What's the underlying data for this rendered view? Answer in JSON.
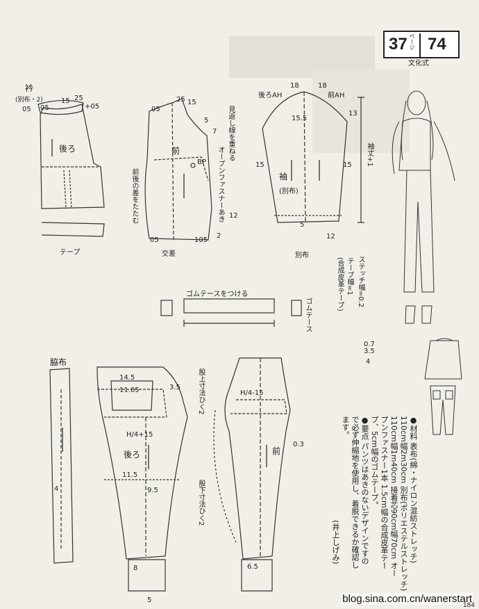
{
  "badge": {
    "left": "37",
    "ruby": "ページ",
    "right": "74",
    "sub": "文化式"
  },
  "headings": {
    "collar": "衿",
    "collar_note": "(別布・2)",
    "side_panel": "脇布"
  },
  "pieces": {
    "back": "後ろ",
    "front": "前",
    "sleeve": "袖",
    "sleeve_note": "(別布)",
    "back_ah": "後ろAH",
    "front_ah": "前AH",
    "bp": "BP",
    "tape": "テープ",
    "betsununo": "別布",
    "kousa": "交差",
    "rubber": "ゴムテース",
    "front2": "前",
    "back2": "後ろ"
  },
  "notes": {
    "front_back_diff": "前後の差をたたむ",
    "facing": "見返し線を重ねる",
    "zipper": "オープンファスナーあき",
    "sleeve_len": "袖丈+1",
    "rubber_tape": "ゴムテースをつける",
    "stitch": [
      "ステッチ幅=0.2",
      "0.7",
      "3.5",
      "4"
    ],
    "tape_width": "テープ幅=1",
    "tape_mat": "(合成皮革テープ)",
    "crotch_front": "股上寸法ひく2",
    "crotch_back": "股下寸法ひく2"
  },
  "materials": [
    "●材料 表布(綿・ナイロン混紡ストレッチ)",
    "110cm幅2m30cm 別布(ポリエステルストレッチ)",
    "110cm幅1m40cm 接着芯90cm幅70cm オー",
    "プンファスナー1本 1.5cm幅の合成皮革テー",
    "プ、5cm幅のゴムテープ。",
    "●要点 パンツはあきのないデザインですの",
    "で必ず伸縮地を使用し、着脱できるか確認し",
    "ます。",
    "(井上しげみ)"
  ],
  "dims": {
    "c1": "05",
    "c2": "05",
    "c3": "15",
    "c4": "25",
    "c5": "+05",
    "j1": "25",
    "j2": "15",
    "j3": "05",
    "j4": "5",
    "j5": "7",
    "j6": "12",
    "j7": "05",
    "j8": "105",
    "j9": "2",
    "s1": "18",
    "s2": "18",
    "s3": "15.5",
    "s4": "13",
    "s5": "12",
    "s6": "15",
    "s7": "15",
    "s8": "5",
    "p1": "14.5",
    "p2": "11.05",
    "p3": "3.5",
    "p4": "11.5",
    "p5": "9.5",
    "p6": "6.5",
    "p7": "8",
    "p8": "5",
    "p9": "4",
    "p10": "H/4+15",
    "p11": "H/4-15",
    "p12": "0.3"
  },
  "watermark": "blog.sina.com.cn/wanerstart",
  "page_no": "184"
}
